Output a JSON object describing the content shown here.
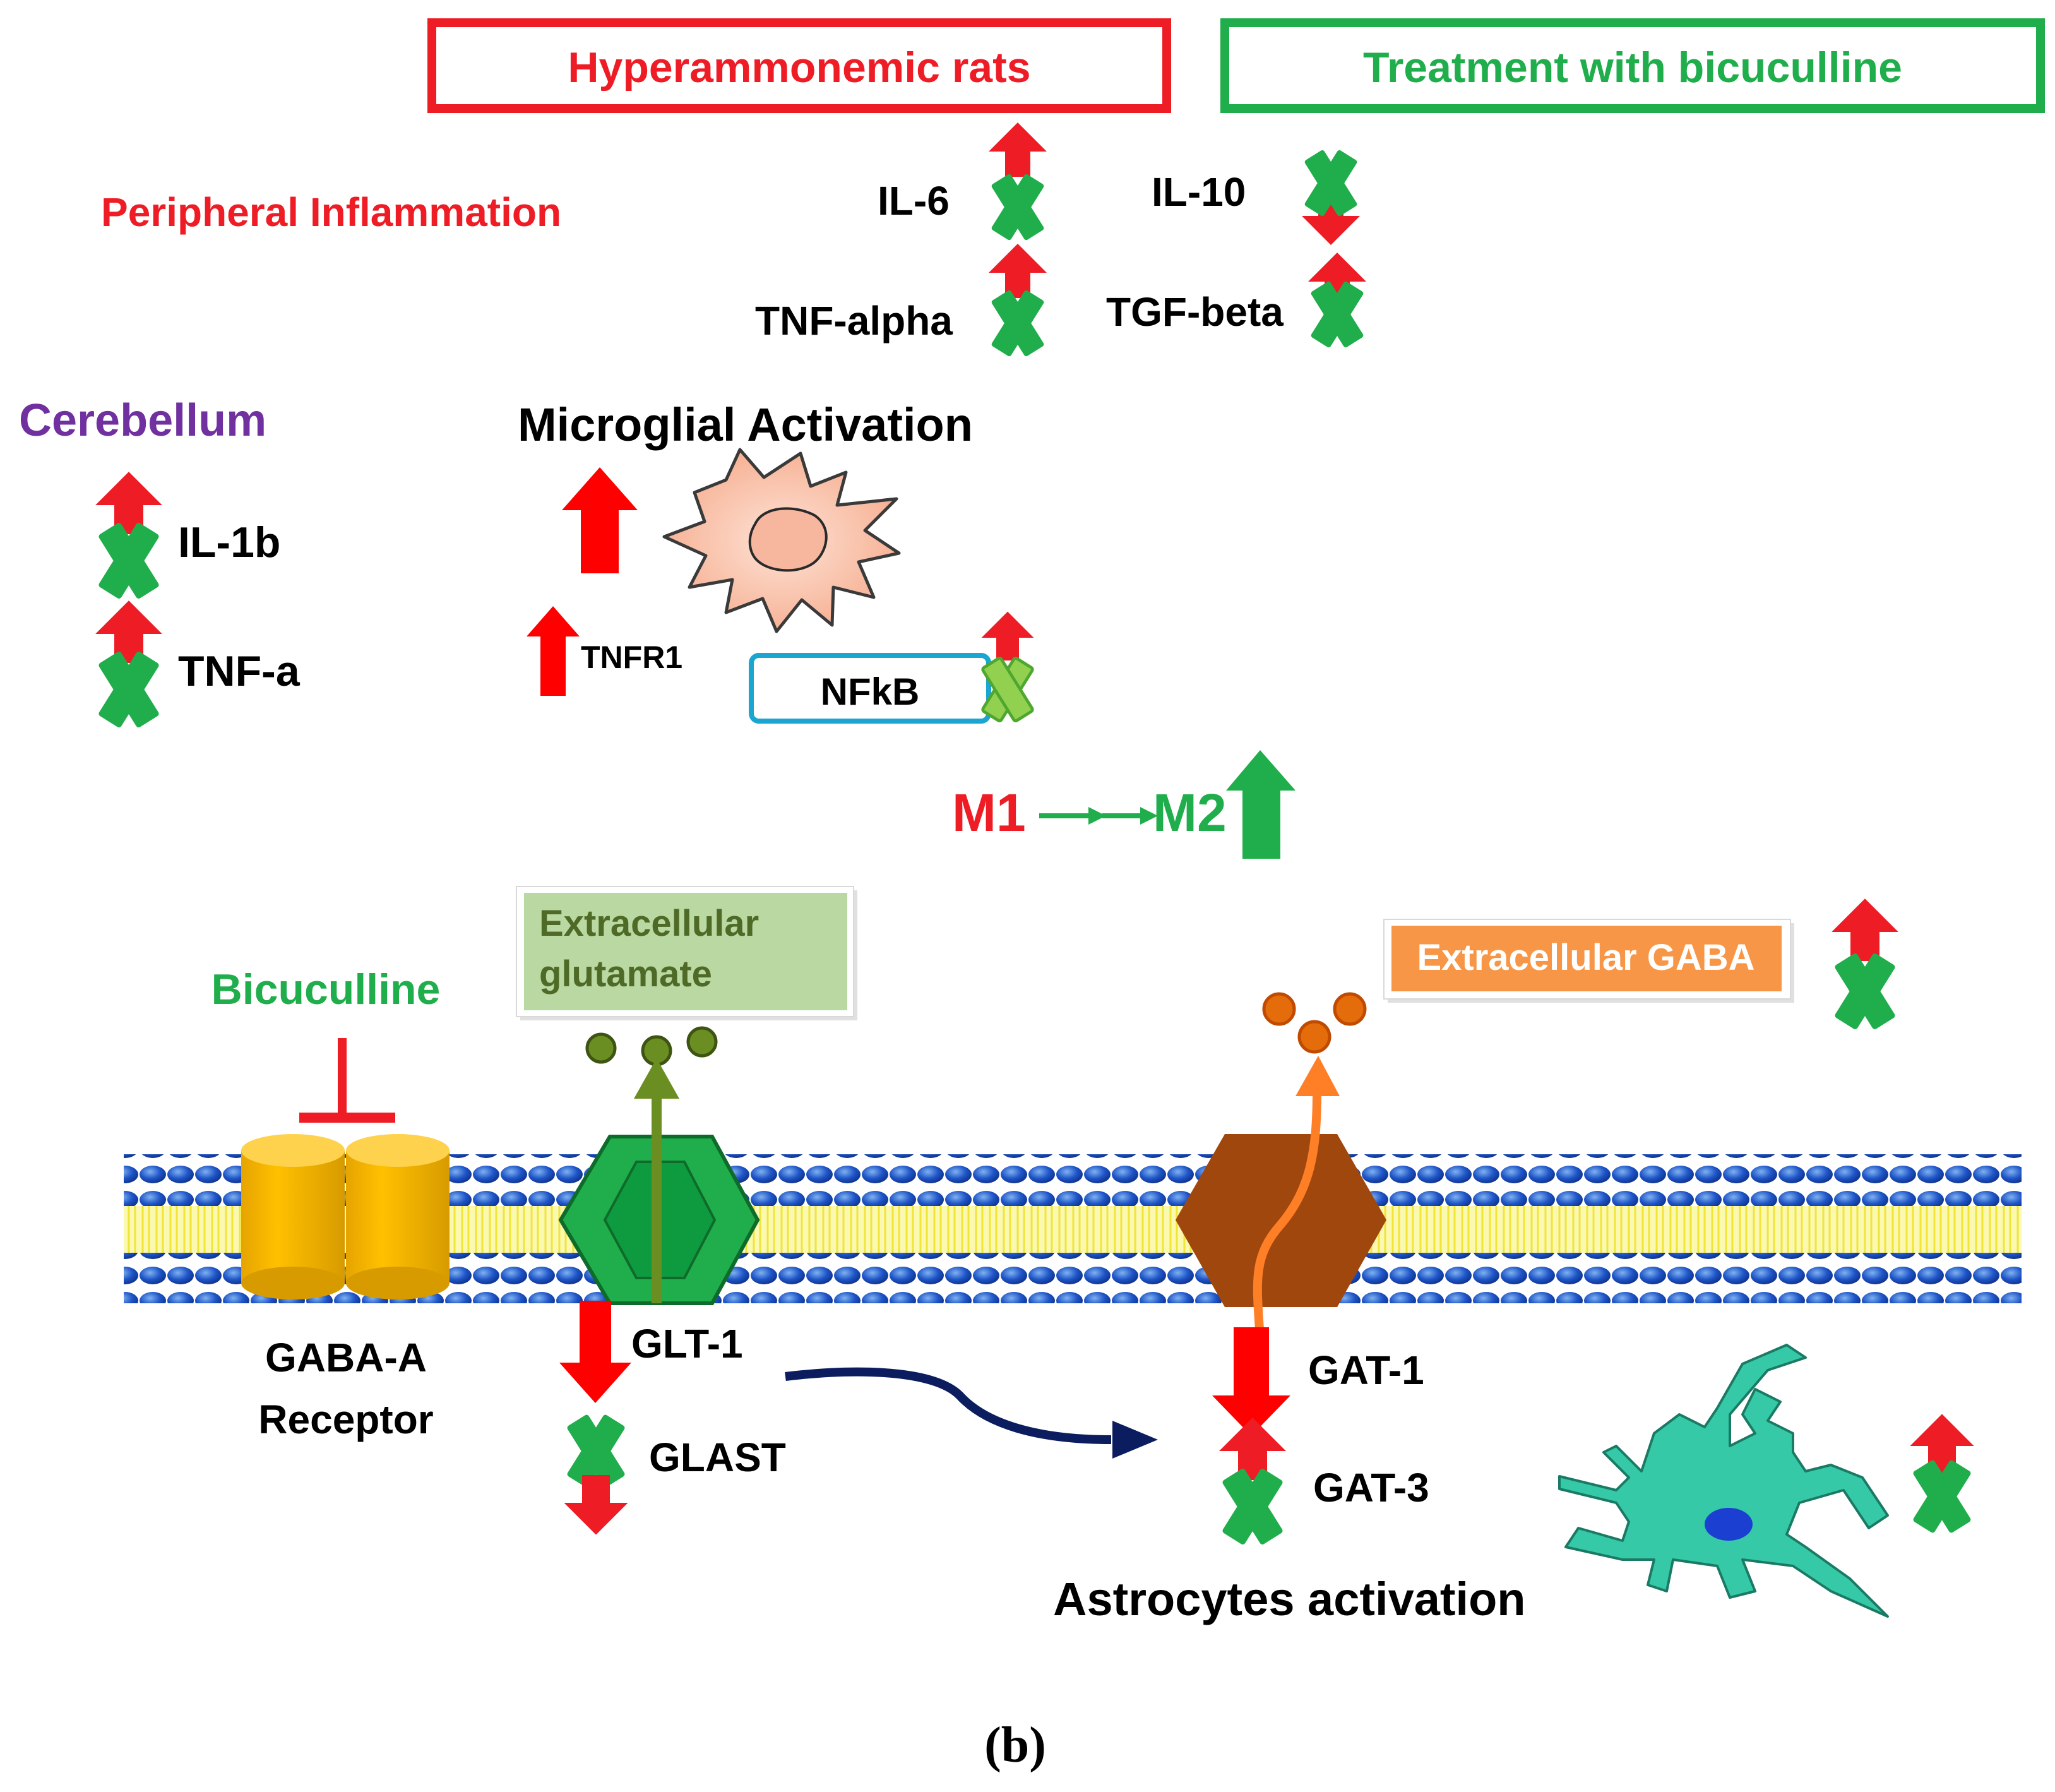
{
  "legend": {
    "hyperammonemic": "Hyperammonemic rats",
    "treatment": "Treatment with bicuculline",
    "colors": {
      "hyperammonemic": "#ee1c25",
      "treatment": "#1fae4b"
    }
  },
  "peripheral": {
    "title": "Peripheral Inflammation",
    "markers": {
      "il6": "IL-6",
      "tnf_alpha": "TNF-alpha",
      "il10": "IL-10",
      "tgf_beta": "TGF-beta"
    }
  },
  "cerebellum": {
    "title": "Cerebellum",
    "markers": {
      "il1b": "IL-1b",
      "tnfa": "TNF-a"
    }
  },
  "microglia": {
    "title": "Microglial Activation",
    "tnfr1": "TNFR1",
    "nfkb": "NFkB",
    "m1": "M1",
    "m2": "M2"
  },
  "membrane": {
    "bicuculline": "Bicuculline",
    "gaba_a_line1": "GABA-A",
    "gaba_a_line2": "Receptor",
    "extracellular_glutamate_line1": "Extracellular",
    "extracellular_glutamate_line2": "glutamate",
    "glt1": "GLT-1",
    "glast": "GLAST",
    "extracellular_gaba": "Extracellular GABA",
    "gat1": "GAT-1",
    "gat3": "GAT-3",
    "astrocytes": "Astrocytes activation"
  },
  "panel_label": "(b)",
  "icons": {
    "up": "red-up-arrow-icon",
    "down": "red-down-arrow-icon",
    "cross": "green-cross-icon",
    "microglia": "microglia-cell-icon",
    "astrocyte": "astrocyte-cell-icon",
    "gaba_receptor": "gaba-a-receptor-icon",
    "glt1_transporter": "glt1-transporter-icon",
    "gat1_transporter": "gat1-transporter-icon"
  }
}
